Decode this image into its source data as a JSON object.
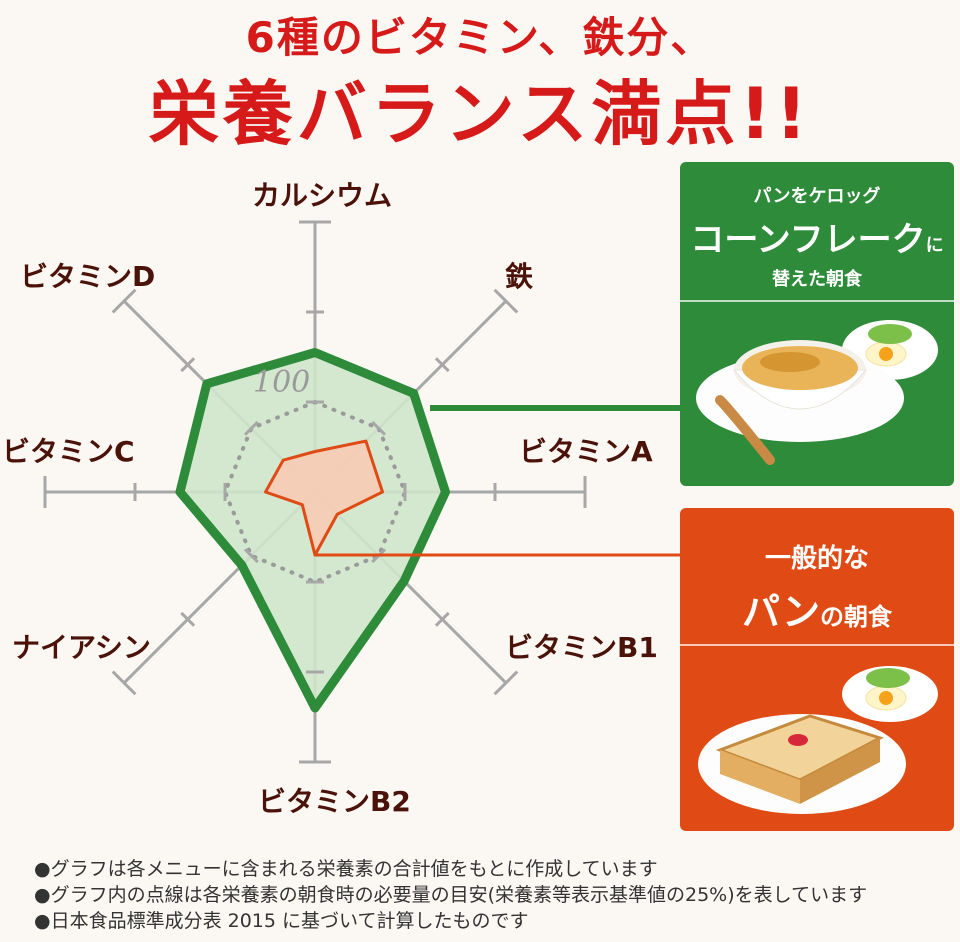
{
  "heading": {
    "line1": "6種のビタミン、鉄分、",
    "line2": "栄養バランス満点!!"
  },
  "chart_data": {
    "type": "radar",
    "axes": [
      "カルシウム",
      "鉄",
      "ビタミンA",
      "ビタミンB1",
      "ビタミンB2",
      "ナイアシン",
      "ビタミンC",
      "ビタミンD"
    ],
    "max": 300,
    "reference": {
      "label": "100",
      "values": [
        100,
        100,
        100,
        100,
        100,
        100,
        100,
        100
      ]
    },
    "series": [
      {
        "name": "コーンフレーク",
        "color": "#2e8b3a",
        "fill": "#cfe6cc",
        "values": [
          155,
          155,
          145,
          140,
          240,
          115,
          150,
          170
        ]
      },
      {
        "name": "パン",
        "color": "#e04a14",
        "fill": "#f7cbb4",
        "values": [
          45,
          80,
          75,
          35,
          70,
          20,
          55,
          50
        ]
      }
    ]
  },
  "panels": {
    "cornflakes": {
      "line1": "パンをケロッグ",
      "line2_big": "コーンフレーク",
      "line2_small": "に",
      "line3": "替えた朝食",
      "color": "#2e8b3a"
    },
    "bread": {
      "line1": "一般的な",
      "line2_big": "パン",
      "line2_small": "の朝食",
      "color": "#e04a14"
    }
  },
  "notes": [
    "●グラフは各メニューに含まれる栄養素の合計値をもとに作成しています",
    "●グラフ内の点線は各栄養素の朝食時の必要量の目安(栄養素等表示基準値の25%)を表しています",
    "●日本食品標準成分表 2015 に基づいて計算したものです"
  ]
}
